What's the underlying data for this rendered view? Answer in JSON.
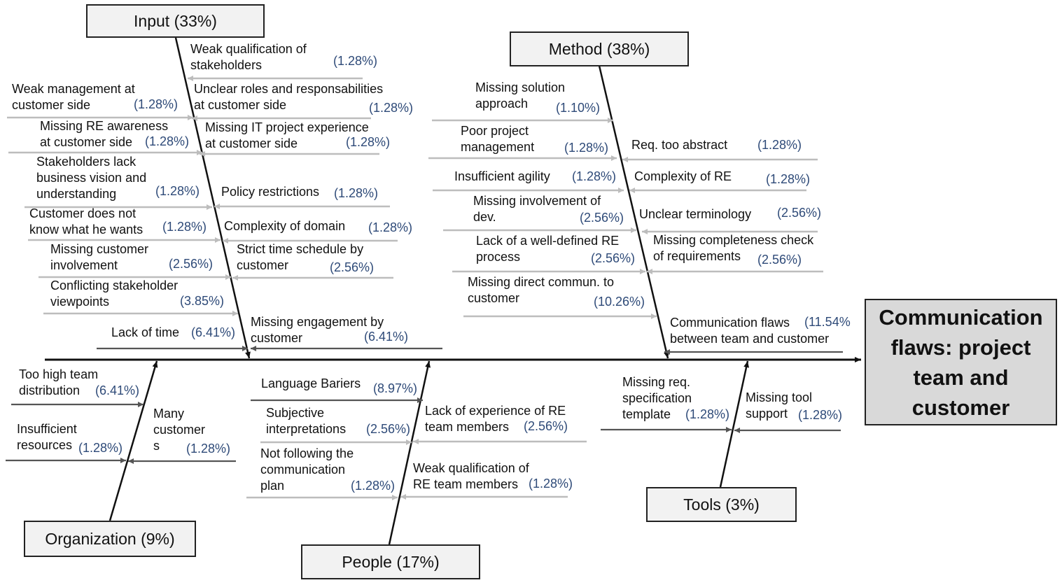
{
  "effect": {
    "label": "Communication\nflaws: project\nteam and\ncustomer"
  },
  "categories": [
    {
      "id": "input",
      "label": "Input (33%)"
    },
    {
      "id": "method",
      "label": "Method (38%)"
    },
    {
      "id": "organization",
      "label": "Organization (9%)"
    },
    {
      "id": "people",
      "label": "People (17%)"
    },
    {
      "id": "tools",
      "label": "Tools (3%)"
    }
  ],
  "causes": [
    {
      "category": "input",
      "label": "Weak qualification of\nstakeholders",
      "pct": "(1.28%)"
    },
    {
      "category": "input",
      "label": "Unclear roles and responsabilities\nat customer side",
      "pct": "(1.28%)"
    },
    {
      "category": "input",
      "label": "Missing IT project experience\nat customer side",
      "pct": "(1.28%)"
    },
    {
      "category": "input",
      "label": "Policy restrictions",
      "pct": "(1.28%)"
    },
    {
      "category": "input",
      "label": "Complexity of domain",
      "pct": "(1.28%)"
    },
    {
      "category": "input",
      "label": "Strict time schedule by\ncustomer",
      "pct": "(2.56%)"
    },
    {
      "category": "input",
      "label": "Missing engagement by\ncustomer",
      "pct": "(6.41%)"
    },
    {
      "category": "input",
      "label": "Weak management at\ncustomer side",
      "pct": "(1.28%)"
    },
    {
      "category": "input",
      "label": "Missing RE awareness\nat customer side",
      "pct": "(1.28%)"
    },
    {
      "category": "input",
      "label": "Stakeholders lack\nbusiness vision and\nunderstanding",
      "pct": "(1.28%)"
    },
    {
      "category": "input",
      "label": "Customer does not\nknow what he wants",
      "pct": "(1.28%)"
    },
    {
      "category": "input",
      "label": "Missing customer\ninvolvement",
      "pct": "(2.56%)"
    },
    {
      "category": "input",
      "label": "Conflicting stakeholder\nviewpoints",
      "pct": "(3.85%)"
    },
    {
      "category": "input",
      "label": "Lack of time",
      "pct": "(6.41%)"
    },
    {
      "category": "method",
      "label": "Missing solution\napproach",
      "pct": "(1.10%)"
    },
    {
      "category": "method",
      "label": "Poor project\nmanagement",
      "pct": "(1.28%)"
    },
    {
      "category": "method",
      "label": "Insufficient agility",
      "pct": "(1.28%)"
    },
    {
      "category": "method",
      "label": "Missing involvement of\ndev.",
      "pct": "(2.56%)"
    },
    {
      "category": "method",
      "label": "Lack of a well-defined RE\nprocess",
      "pct": "(2.56%)"
    },
    {
      "category": "method",
      "label": "Missing direct commun. to\ncustomer",
      "pct": "(10.26%)"
    },
    {
      "category": "method",
      "label": "Req. too abstract",
      "pct": "(1.28%)"
    },
    {
      "category": "method",
      "label": "Complexity of RE",
      "pct": "(1.28%)"
    },
    {
      "category": "method",
      "label": "Unclear terminology",
      "pct": "(2.56%)"
    },
    {
      "category": "method",
      "label": "Missing completeness check\nof requirements",
      "pct": "(2.56%)"
    },
    {
      "category": "method",
      "label": "Communication flaws\nbetween team and customer",
      "pct": "(11.54%"
    },
    {
      "category": "organization",
      "label": "Too high team\ndistribution",
      "pct": "(6.41%)"
    },
    {
      "category": "organization",
      "label": "Insufficient\nresources",
      "pct": "(1.28%)"
    },
    {
      "category": "organization",
      "label": "Many\ncustomer\ns",
      "pct": "(1.28%)"
    },
    {
      "category": "people",
      "label": "Language Bariers",
      "pct": "(8.97%)"
    },
    {
      "category": "people",
      "label": "Subjective\ninterpretations",
      "pct": "(2.56%)"
    },
    {
      "category": "people",
      "label": "Not following the\ncommunication\nplan",
      "pct": "(1.28%)"
    },
    {
      "category": "people",
      "label": "Lack of experience of RE\nteam members",
      "pct": "(2.56%)"
    },
    {
      "category": "people",
      "label": "Weak qualification of\nRE team members",
      "pct": "(1.28%)"
    },
    {
      "category": "tools",
      "label": "Missing req.\nspecification\ntemplate",
      "pct": "(1.28%)"
    },
    {
      "category": "tools",
      "label": "Missing tool\nsupport",
      "pct": "(1.28%)"
    }
  ]
}
